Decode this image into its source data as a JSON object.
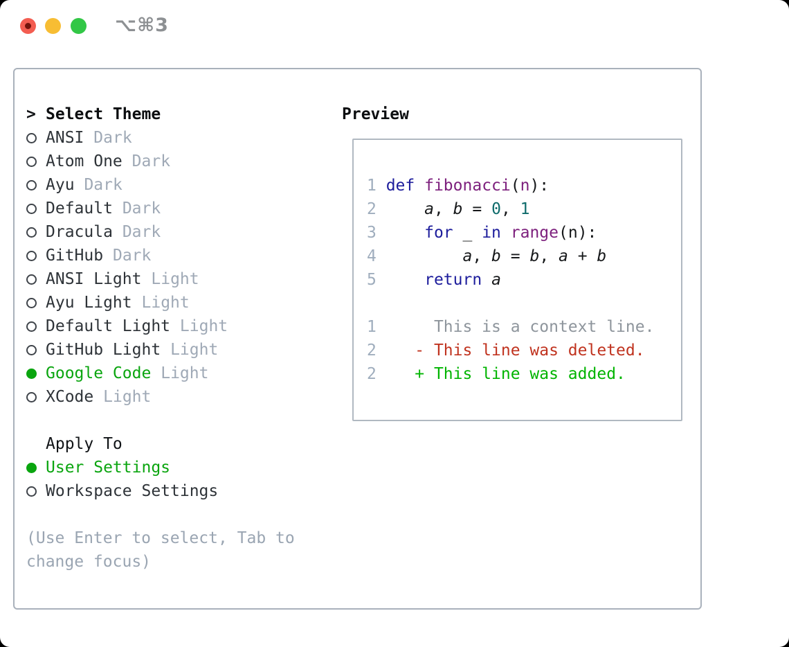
{
  "window": {
    "title": "⌥⌘3"
  },
  "theme_picker": {
    "header_prompt": ">",
    "header": "Select Theme",
    "items": [
      {
        "name": "ANSI",
        "tag": "Dark",
        "selected": false
      },
      {
        "name": "Atom One",
        "tag": "Dark",
        "selected": false
      },
      {
        "name": "Ayu",
        "tag": "Dark",
        "selected": false
      },
      {
        "name": "Default",
        "tag": "Dark",
        "selected": false
      },
      {
        "name": "Dracula",
        "tag": "Dark",
        "selected": false
      },
      {
        "name": "GitHub",
        "tag": "Dark",
        "selected": false
      },
      {
        "name": "ANSI Light",
        "tag": "Light",
        "selected": false
      },
      {
        "name": "Ayu Light",
        "tag": "Light",
        "selected": false
      },
      {
        "name": "Default Light",
        "tag": "Light",
        "selected": false
      },
      {
        "name": "GitHub Light",
        "tag": "Light",
        "selected": false
      },
      {
        "name": "Google Code",
        "tag": "Light",
        "selected": true
      },
      {
        "name": "XCode",
        "tag": "Light",
        "selected": false
      }
    ],
    "apply_to": {
      "header": "Apply To",
      "options": [
        {
          "name": "User Settings",
          "selected": true
        },
        {
          "name": "Workspace Settings",
          "selected": false
        }
      ]
    },
    "hint_lines": [
      "(Use Enter to select, Tab to",
      "change focus)"
    ]
  },
  "preview": {
    "title": "Preview",
    "code_lines": [
      [
        [
          "num",
          "1 "
        ],
        [
          "kw",
          "def"
        ],
        [
          "pl",
          " "
        ],
        [
          "typ",
          "fibonacci"
        ],
        [
          "pl",
          "("
        ],
        [
          "typ",
          "n"
        ],
        [
          "pl",
          "):"
        ]
      ],
      [
        [
          "num",
          "2"
        ],
        [
          "pl",
          "     "
        ],
        [
          "var",
          "a"
        ],
        [
          "pl",
          ", "
        ],
        [
          "var",
          "b"
        ],
        [
          "pl",
          " = "
        ],
        [
          "lit",
          "0"
        ],
        [
          "pl",
          ", "
        ],
        [
          "lit",
          "1"
        ]
      ],
      [
        [
          "num",
          "3"
        ],
        [
          "pl",
          "     "
        ],
        [
          "kw",
          "for"
        ],
        [
          "pl",
          " _ "
        ],
        [
          "kw",
          "in"
        ],
        [
          "pl",
          " "
        ],
        [
          "typ",
          "range"
        ],
        [
          "pl",
          "(n):"
        ]
      ],
      [
        [
          "num",
          "4"
        ],
        [
          "pl",
          "         "
        ],
        [
          "var",
          "a"
        ],
        [
          "pl",
          ", "
        ],
        [
          "var",
          "b"
        ],
        [
          "pl",
          " = "
        ],
        [
          "var",
          "b"
        ],
        [
          "pl",
          ", "
        ],
        [
          "var",
          "a"
        ],
        [
          "pl",
          " + "
        ],
        [
          "var",
          "b"
        ]
      ],
      [
        [
          "num",
          "5"
        ],
        [
          "pl",
          "     "
        ],
        [
          "kw",
          "return"
        ],
        [
          "pl",
          " "
        ],
        [
          "var",
          "a"
        ]
      ],
      [],
      [
        [
          "num",
          "1"
        ],
        [
          "ctx",
          "      This is a context line."
        ]
      ],
      [
        [
          "num",
          "2"
        ],
        [
          "pl",
          "    "
        ],
        [
          "del",
          "- This line was deleted."
        ]
      ],
      [
        [
          "num",
          "2"
        ],
        [
          "pl",
          "    "
        ],
        [
          "add",
          "+ This line was added."
        ]
      ]
    ]
  },
  "colors": {
    "selected_green": "#0aa50f",
    "added_green": "#00b400",
    "deleted_red": "#c0331f",
    "keyword_blue": "#1d1d9c",
    "type_purple": "#7d207d",
    "literal_teal": "#0e6b6b",
    "muted_gray": "#9fa9b6",
    "line_number_gray": "#9fadbd"
  }
}
